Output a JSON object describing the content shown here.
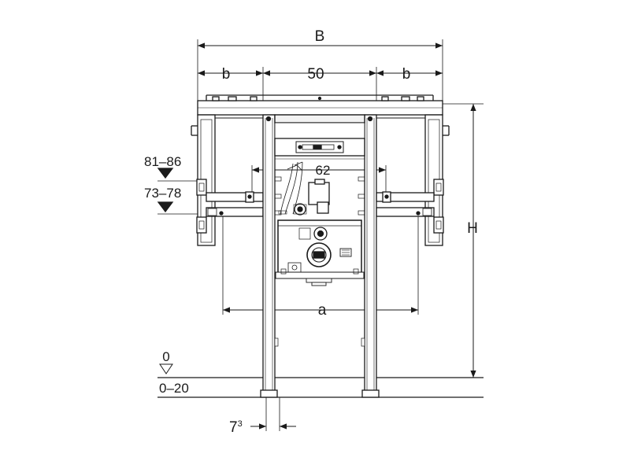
{
  "dimensions": {
    "overall_width": "B",
    "side_width_left": "b",
    "center_width": "50",
    "side_width_right": "b",
    "bracket_spacing": "62",
    "height_range_upper": "81–86",
    "height_range_lower": "73–78",
    "overall_height": "H",
    "anchor_spacing": "a",
    "floor_level": "0",
    "floor_range": "0–20",
    "foot_offset_value": "7",
    "foot_offset_superscript": "3"
  },
  "colors": {
    "line": "#1a1a1a",
    "frame_fill": "#ffffff",
    "panel_fill": "#f2f2f2"
  }
}
